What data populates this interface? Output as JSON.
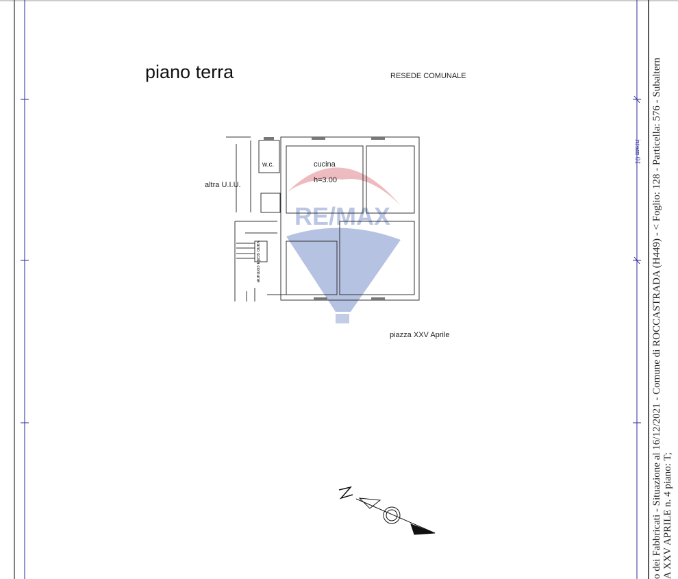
{
  "plan": {
    "title": "piano terra",
    "labels": {
      "north_side": "RESEDE COMUNALE",
      "south_side": "piazza XXV Aprile",
      "west_side": "altra U.I.U.",
      "wc": "w.c.",
      "kitchen": "cucina",
      "height": "h=3.00",
      "stair": "vano scala comune"
    },
    "scale_label": "10 metri"
  },
  "watermark": {
    "brand": "RE/MAX",
    "colors": {
      "red": "#e8a0a6",
      "blue": "#9fb0d8"
    }
  },
  "footer": {
    "line1": "o dei Fabbricati - Situazione al 16/12/2021 - Comune di ROCCASTRADA (H449) - < Foglio: 128 - Particella: 576 - Subaltern",
    "line2": "A XXV APRILE n. 4 piano: T;"
  },
  "colors": {
    "frame_blue": "#2a2a9a",
    "ink": "#222222"
  }
}
